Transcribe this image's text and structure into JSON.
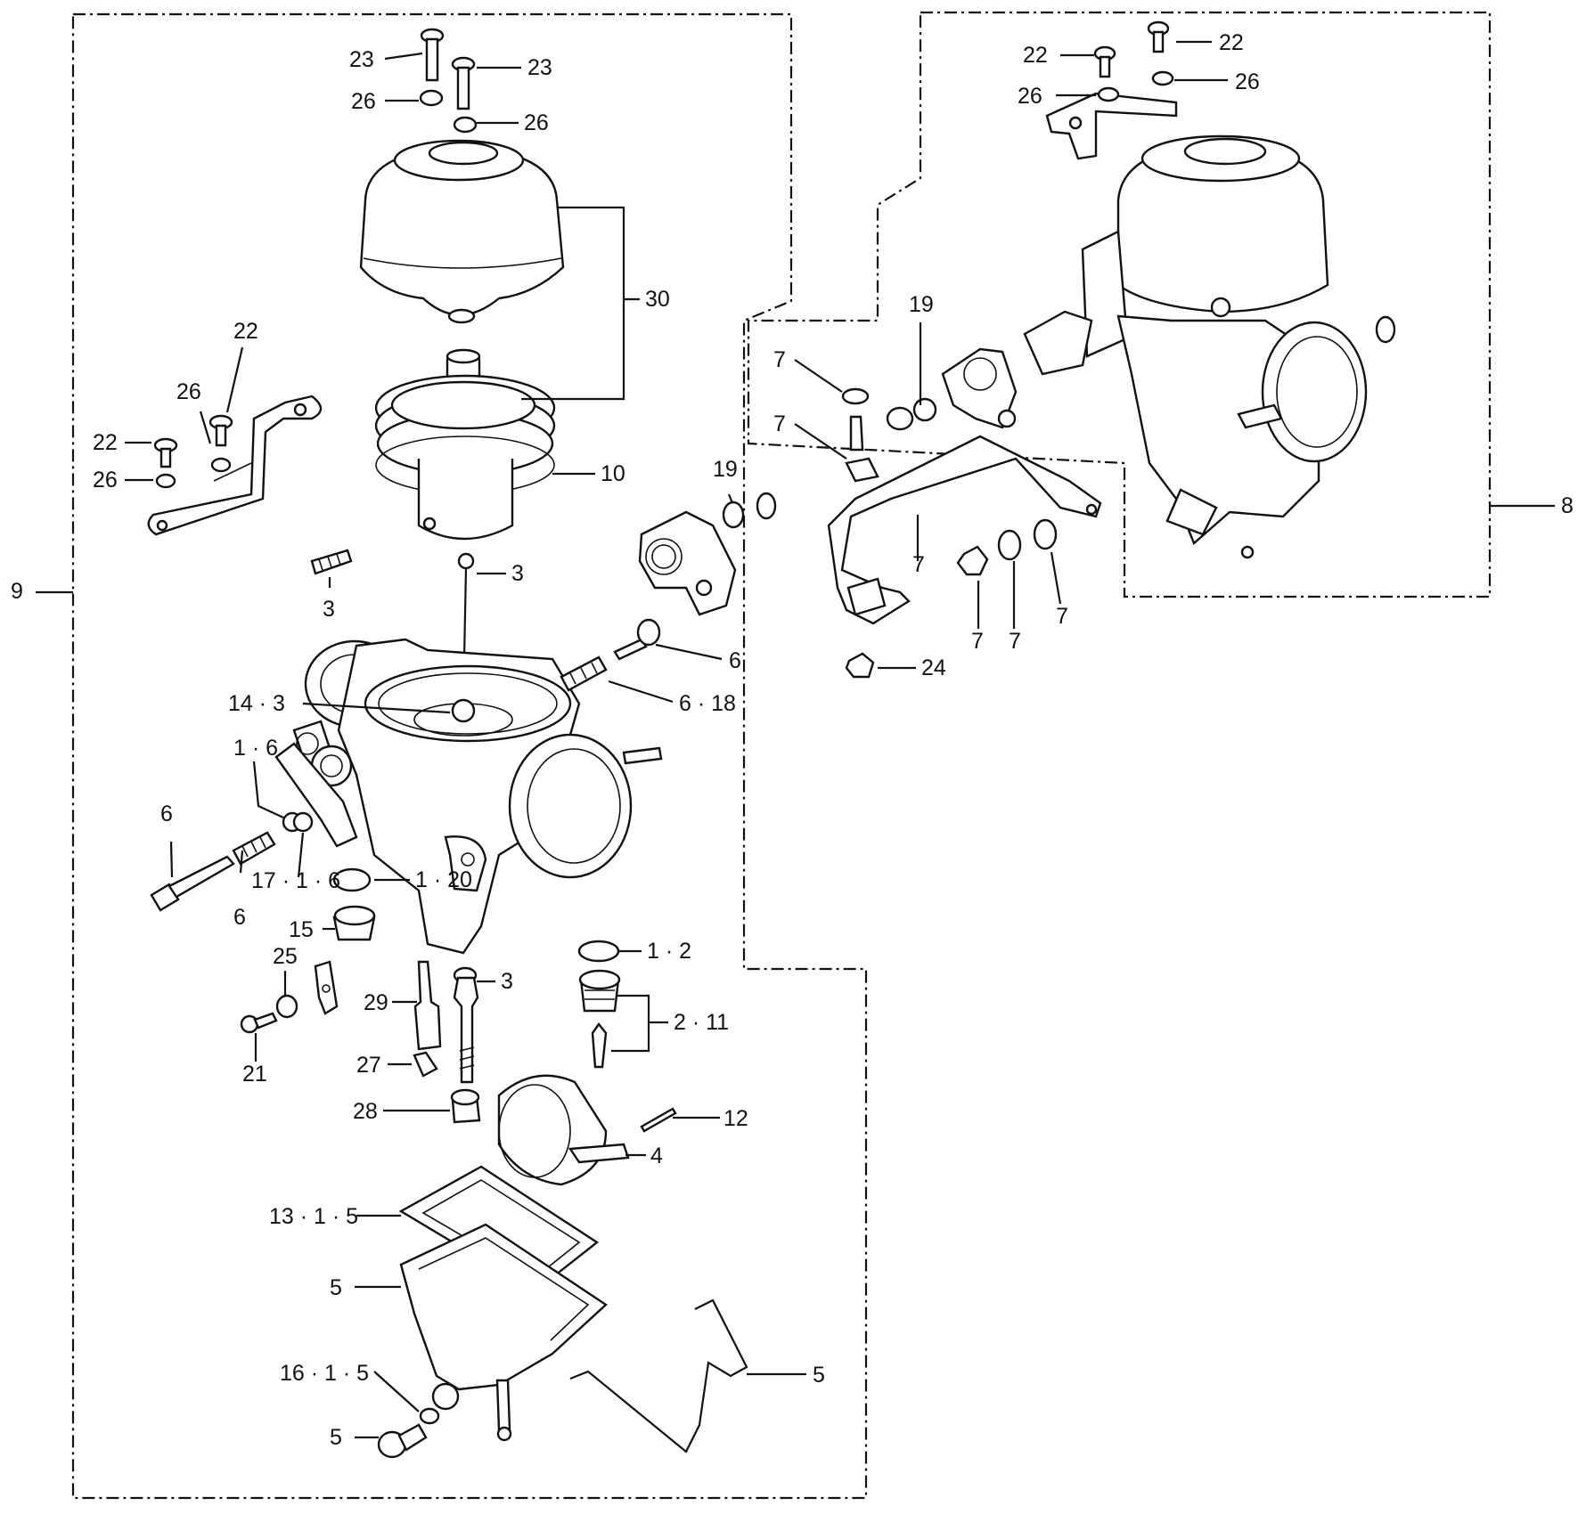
{
  "labels": {
    "l9": "9",
    "l8": "8",
    "l23a": "23",
    "l23b": "23",
    "l26a": "26",
    "l26b": "26",
    "l30": "30",
    "l22a": "22",
    "l26c": "26",
    "l22b": "22",
    "l26d": "26",
    "l10": "10",
    "l3a": "3",
    "l3b": "3",
    "l19a": "19",
    "l6a": "6",
    "l6_18": "6 · 18",
    "l14_3": "14 · 3",
    "l1_6": "1 · 6",
    "l6b": "6",
    "l17": "17 · 1 · 6",
    "l1_20": "1 · 20",
    "l6c": "6",
    "l15": "15",
    "l1_2": "1 · 2",
    "l25": "25",
    "l3c": "3",
    "l29": "29",
    "l2_11": "2 · 11",
    "l21": "21",
    "l27": "27",
    "l28": "28",
    "l12": "12",
    "l4": "4",
    "l13": "13 · 1 · 5",
    "l5a": "5",
    "l5b": "5",
    "l16": "16 · 1 · 5",
    "l5c": "5",
    "r22a": "22",
    "r22b": "22",
    "r26a": "26",
    "r26b": "26",
    "r19": "19",
    "r7a": "7",
    "r7b": "7",
    "r7c": "7",
    "r7d": "7",
    "r7e": "7",
    "r7f": "7",
    "r24": "24"
  },
  "colors": {
    "ink": "#111111",
    "paper": "#ffffff"
  }
}
